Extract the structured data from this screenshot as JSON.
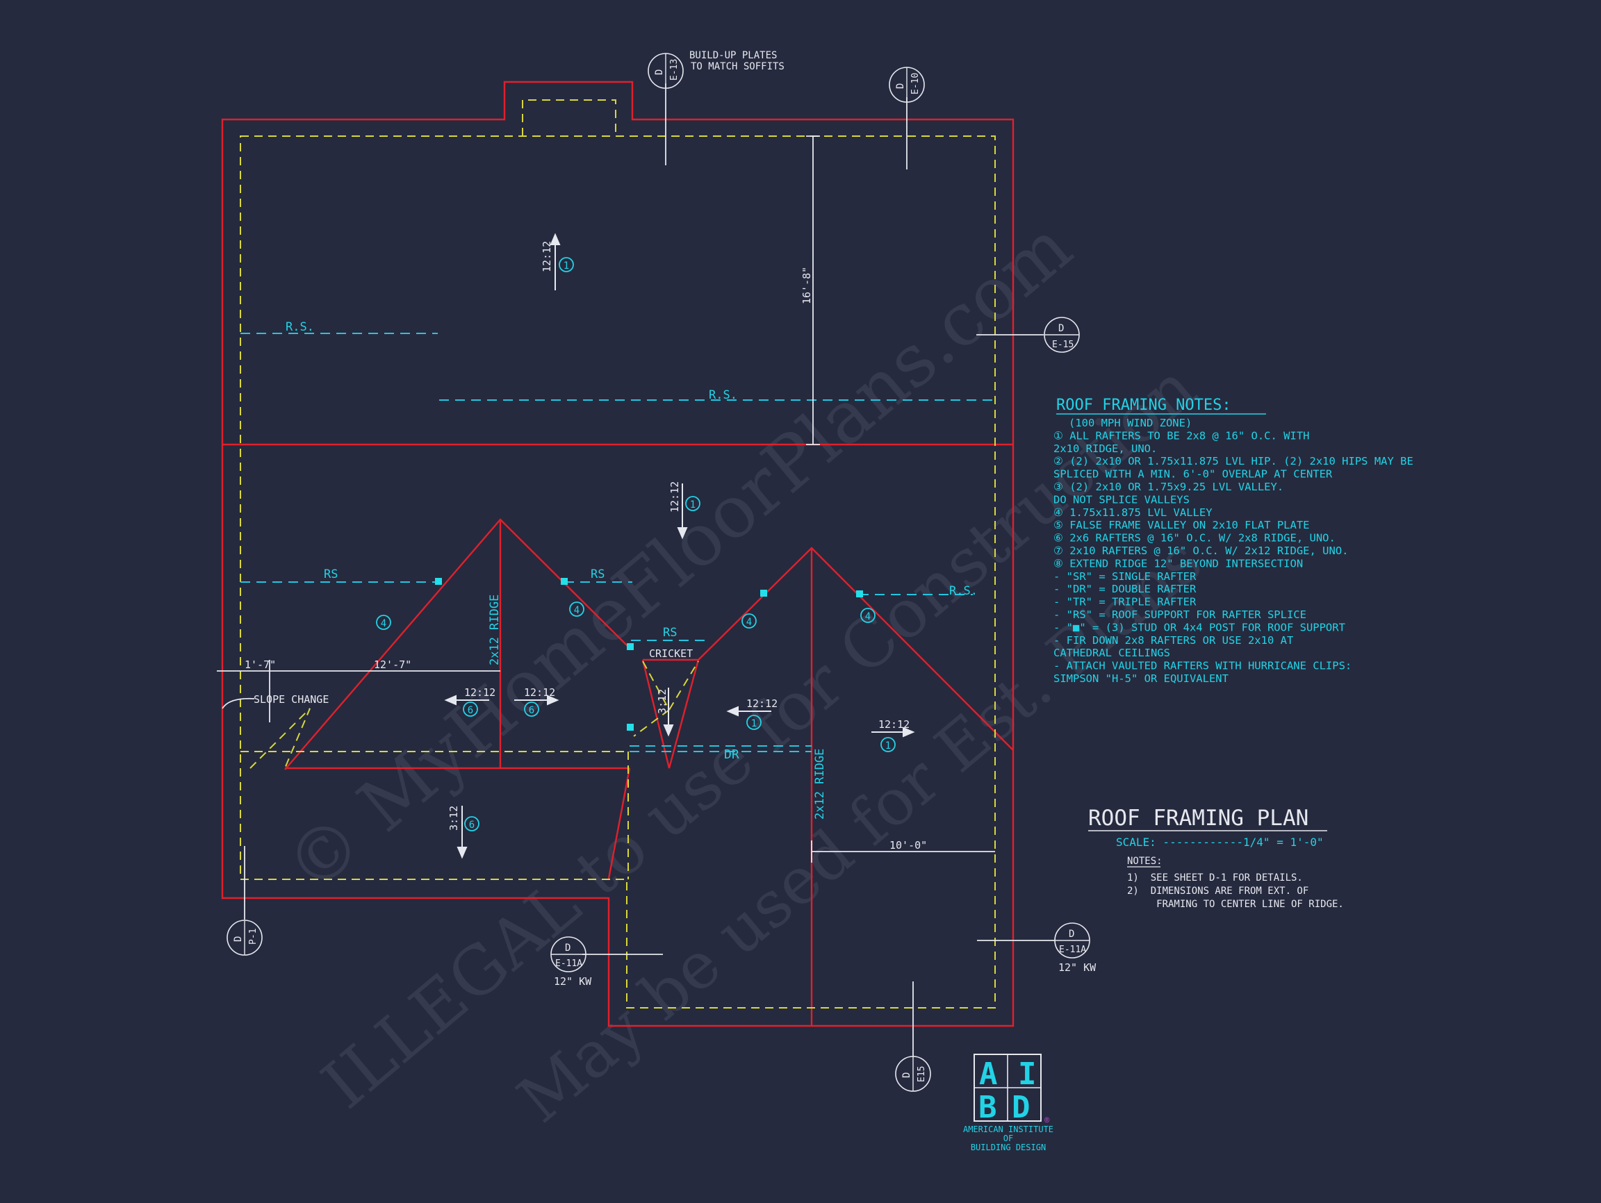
{
  "colors": {
    "background": "#262a3e",
    "outline": "#e0202c",
    "wall": "#d8d83a",
    "text": "#22d3e6",
    "annotation": "#e6e8ef"
  },
  "watermark": {
    "line1": "© MyHomeFloorPlans.com",
    "line2": "ILLEGAL to use for Construction",
    "line3": "May be used for Est. Plans"
  },
  "notes": {
    "title": "ROOF FRAMING NOTES:",
    "items": [
      "(100 MPH WIND ZONE)",
      "① ALL RAFTERS TO BE 2x8 @ 16\" O.C. WITH",
      "   2x10 RIDGE, UNO.",
      "② (2) 2x10 OR 1.75x11.875 LVL HIP. (2) 2x10 HIPS MAY BE",
      "   SPLICED WITH A MIN. 6'-0\" OVERLAP AT CENTER",
      "③ (2) 2x10 OR 1.75x9.25 LVL VALLEY.",
      "   DO NOT SPLICE VALLEYS",
      "④ 1.75x11.875 LVL VALLEY",
      "⑤ FALSE FRAME VALLEY ON 2x10 FLAT PLATE",
      "⑥ 2x6 RAFTERS @ 16\" O.C. W/ 2x8 RIDGE, UNO.",
      "⑦ 2x10 RAFTERS @ 16\" O.C. W/ 2x12 RIDGE, UNO.",
      "⑧ EXTEND RIDGE 12\" BEYOND INTERSECTION",
      "-  \"SR\" = SINGLE RAFTER",
      "-  \"DR\" = DOUBLE RAFTER",
      "-  \"TR\" = TRIPLE RAFTER",
      "-  \"RS\" = ROOF SUPPORT FOR RAFTER SPLICE",
      "-  \"■\"  = (3) STUD OR 4x4 POST FOR ROOF SUPPORT",
      "-  FIR DOWN 2x8 RAFTERS OR USE 2x10 AT",
      "   CATHEDRAL CEILINGS",
      "-  ATTACH VAULTED RAFTERS WITH HURRICANE CLIPS:",
      "   SIMPSON \"H-5\" OR EQUIVALENT"
    ]
  },
  "plan": {
    "title": "ROOF FRAMING PLAN",
    "scale": "SCALE: ------------1/4\" = 1'-0\"",
    "notes_heading": "NOTES:",
    "notes": [
      "1)  SEE SHEET D-1 FOR DETAILS.",
      "2)  DIMENSIONS ARE FROM EXT. OF",
      "     FRAMING TO CENTER LINE OF RIDGE."
    ]
  },
  "labels": {
    "buildup_1": "BUILD-UP PLATES",
    "buildup_2": "TO MATCH SOFFITS",
    "rs_dot": "R.S.",
    "rs": "RS",
    "cricket": "CRICKET",
    "slope_change": "SLOPE CHANGE",
    "ridge_left": "2x12 RIDGE",
    "ridge_right": "2x12 RIDGE",
    "dr": "DR",
    "kw": "12\" KW"
  },
  "pitches": {
    "p1212": "12:12",
    "p312": "3:12"
  },
  "tags": {
    "one": "1",
    "four": "4",
    "six": "6"
  },
  "dims": {
    "d16_8": "16'-8\"",
    "d1_7": "1'-7\"",
    "d12_7": "12'-7\"",
    "d10_0": "10'-0\""
  },
  "callouts": {
    "d": "D",
    "e13": "E-13",
    "e10": "E-10",
    "e15a": "E-15",
    "e15b": "E15",
    "e11a": "E-11A",
    "p1": "P-1"
  },
  "logo": {
    "a": "A",
    "i": "I",
    "b": "B",
    "d": "D",
    "reg": "®",
    "line1": "AMERICAN INSTITUTE",
    "line2": "OF",
    "line3": "BUILDING DESIGN"
  }
}
